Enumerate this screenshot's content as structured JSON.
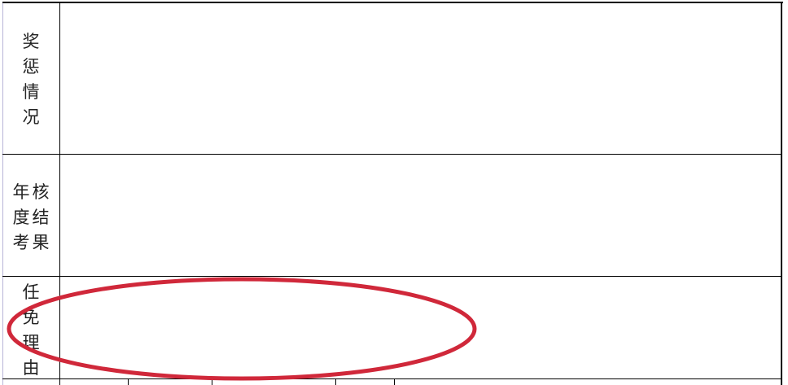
{
  "rows": [
    {
      "label": "奖惩情况",
      "chars": [
        "奖",
        "惩",
        "情",
        "况"
      ]
    },
    {
      "label": "年度考核结果",
      "col1": [
        "年",
        "度",
        "考"
      ],
      "col2": [
        "核",
        "结",
        "果"
      ]
    },
    {
      "label": "任免理由",
      "chars": [
        "任",
        "免",
        "理",
        "由"
      ]
    }
  ],
  "annotation": {
    "color": "#d0283a",
    "shape": "ellipse"
  }
}
